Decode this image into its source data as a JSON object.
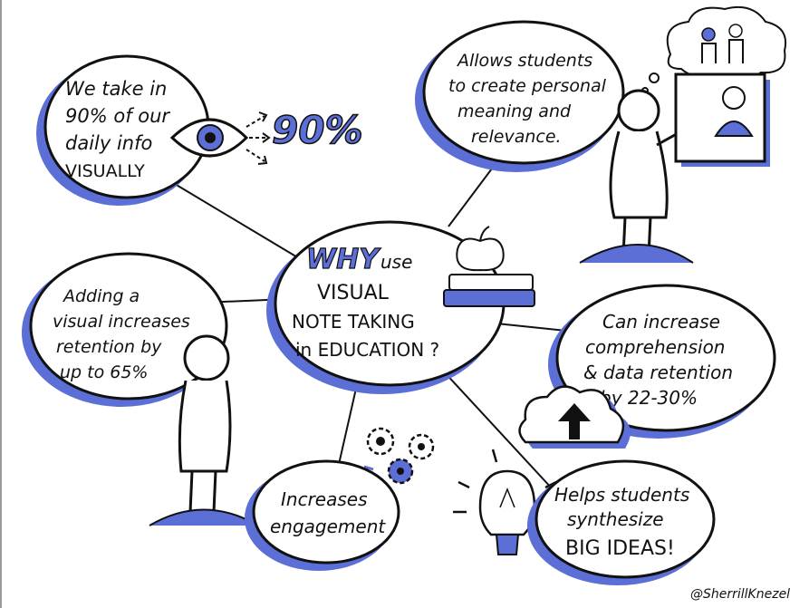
{
  "colors": {
    "accent": "#5b6fd6",
    "ink": "#111111",
    "paper": "#ffffff"
  },
  "center": {
    "why": "WHY",
    "use": "use",
    "line2": "VISUAL",
    "line3": "NOTE TAKING",
    "line4": "in EDUCATION ?"
  },
  "eye_badge": "90%",
  "bubbles": {
    "visual_intake": {
      "lines": [
        "We take in",
        "90% of our",
        "daily info",
        "VISUALLY"
      ]
    },
    "personal_meaning": {
      "lines": [
        "Allows students",
        "to create personal",
        "meaning and",
        "relevance."
      ]
    },
    "retention": {
      "lines": [
        "Adding a",
        "visual increases",
        "retention by",
        "up to 65%"
      ]
    },
    "comprehension": {
      "lines": [
        "Can increase",
        "comprehension",
        "& data retention",
        "by 22-30%"
      ]
    },
    "engagement": {
      "lines": [
        "Increases",
        "engagement"
      ]
    },
    "synthesize": {
      "lines": [
        "Helps students",
        "synthesize",
        "BIG IDEAS!"
      ]
    }
  },
  "credit": "@SherrillKnezel"
}
